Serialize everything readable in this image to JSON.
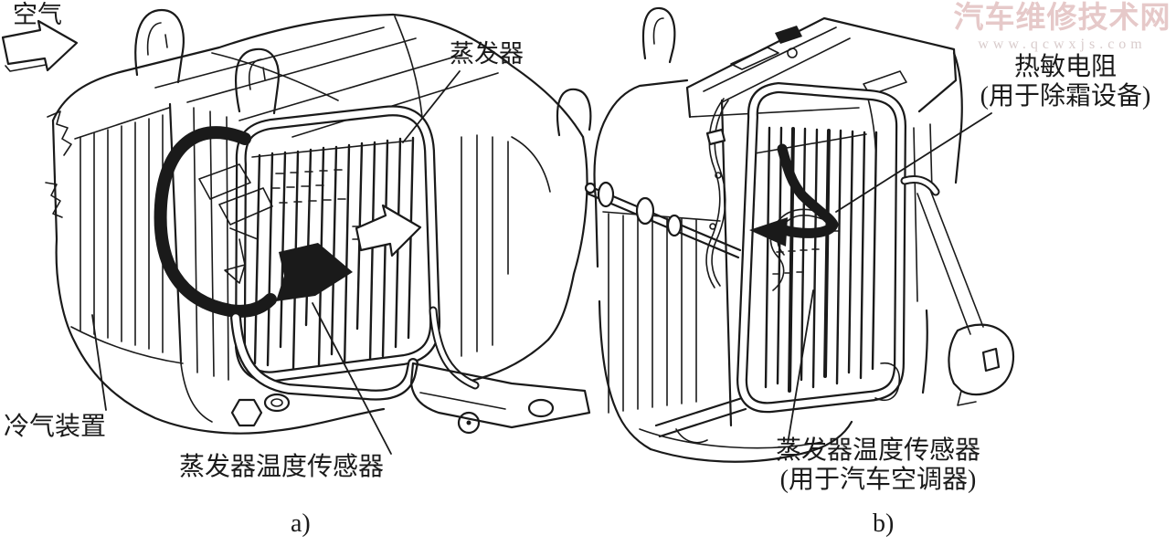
{
  "watermark": {
    "title": "汽车维修技术网",
    "url": "www.qcwxjs.com",
    "title_color": "#e6c9c9",
    "url_color": "#d9cccc"
  },
  "figure_a": {
    "air_label": "空气",
    "evaporator_label": "蒸发器",
    "cooling_unit_label": "冷气装置",
    "sensor_label": "蒸发器温度传感器",
    "caption": "a)"
  },
  "figure_b": {
    "thermistor_label_line1": "热敏电阻",
    "thermistor_label_line2": "(用于除霜设备)",
    "sensor_label_line1": "蒸发器温度传感器",
    "sensor_label_line2": "(用于汽车空调器)",
    "caption": "b)"
  },
  "colors": {
    "ink": "#1a1a1a",
    "background": "#ffffff"
  }
}
